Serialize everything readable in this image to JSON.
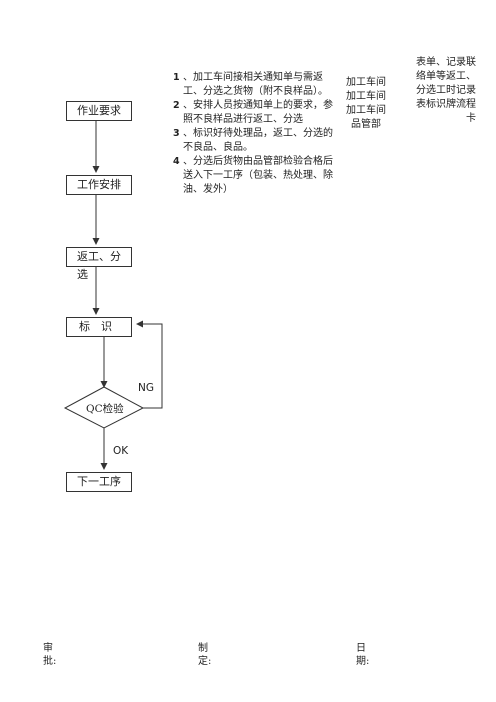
{
  "flowchart": {
    "boxes": [
      "作业要求",
      "工作安排",
      "返工、分选",
      "标　识",
      "下一工序"
    ],
    "decision": "QC检验",
    "ng_label": "NG",
    "ok_label": "OK"
  },
  "steps": [
    {
      "num": "1",
      "text": "、加工车间接相关通知单与需返工、分选之货物（附不良样品）。"
    },
    {
      "num": "2",
      "text": "、安排人员按通知单上的要求，参照不良样品进行返工、分选"
    },
    {
      "num": "3",
      "text": "、标识好待处理品，返工、分选的不良品、良品。"
    },
    {
      "num": "4",
      "text": "、分选后货物由品管部检验合格后送入下一工序（包装、热处理、除油、发外）"
    }
  ],
  "departments": [
    "加工车间",
    "加工车间",
    "加工车间",
    "品管部"
  ],
  "forms_text": "表单、记录联络单等返工、分选工时记录表标识牌流程卡",
  "footer": {
    "review": "审批:",
    "prepared": "制定:",
    "date": "日期:"
  }
}
